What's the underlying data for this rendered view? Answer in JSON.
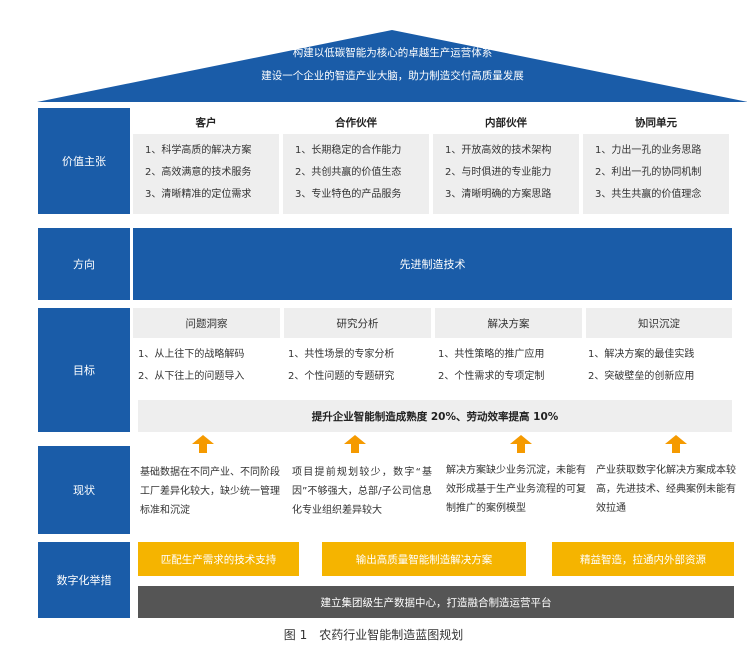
{
  "roof": {
    "line1": "构建以低碳智能为核心的卓越生产运营体系",
    "line2": "建设一个企业的智造产业大脑，助力制造交付高质量发展",
    "color": "#1a5ca8"
  },
  "rows": {
    "value": {
      "label": "价值主张",
      "columns": [
        {
          "title": "客户",
          "items": [
            "1、科学高质的解决方案",
            "2、高效满意的技术服务",
            "3、清晰精准的定位需求"
          ]
        },
        {
          "title": "合作伙伴",
          "items": [
            "1、长期稳定的合作能力",
            "2、共创共赢的价值生态",
            "3、专业特色的产品服务"
          ]
        },
        {
          "title": "内部伙伴",
          "items": [
            "1、开放高效的技术架构",
            "2、与时俱进的专业能力",
            "3、清晰明确的方案思路"
          ]
        },
        {
          "title": "协同单元",
          "items": [
            "1、力出一孔的业务思路",
            "2、利出一孔的协同机制",
            "3、共生共赢的价值理念"
          ]
        }
      ]
    },
    "direction": {
      "label": "方向",
      "text": "先进制造技术"
    },
    "goal": {
      "label": "目标",
      "columns": [
        {
          "title": "问题洞察",
          "items": [
            "1、从上往下的战略解码",
            "2、从下往上的问题导入"
          ]
        },
        {
          "title": "研究分析",
          "items": [
            "1、共性场景的专家分析",
            "2、个性问题的专题研究"
          ]
        },
        {
          "title": "解决方案",
          "items": [
            "1、共性策略的推广应用",
            "2、个性需求的专项定制"
          ]
        },
        {
          "title": "知识沉淀",
          "items": [
            "1、解决方案的最佳实践",
            "2、突破壁垒的创新应用"
          ]
        }
      ],
      "summary": "提升企业智能制造成熟度 20%、劳动效率提高 10%"
    },
    "status": {
      "label": "现状",
      "items": [
        "基础数据在不同产业、不同阶段工厂差异化较大，缺少统一管理标准和沉淀",
        "项目提前规划较少，数字“基因”不够强大，总部/子公司信息化专业组织差异较大",
        "解决方案缺少业务沉淀，未能有效形成基于生产业务流程的可复制推广的案例模型",
        "产业获取数字化解决方案成本较高，先进技术、经典案例未能有效拉通"
      ]
    },
    "measures": {
      "label": "数字化举措",
      "items": [
        "匹配生产需求的技术支持",
        "输出高质量智能制造解决方案",
        "精益智造，拉通内外部资源"
      ],
      "platform": "建立集团级生产数据中心，打造融合制造运营平台"
    }
  },
  "caption": "图 1　农药行业智能制造蓝图规划",
  "colors": {
    "blue": "#1a5ca8",
    "gray": "#eeeeee",
    "yellow": "#f5b400",
    "orange": "#f59a00",
    "dark": "#555555"
  }
}
